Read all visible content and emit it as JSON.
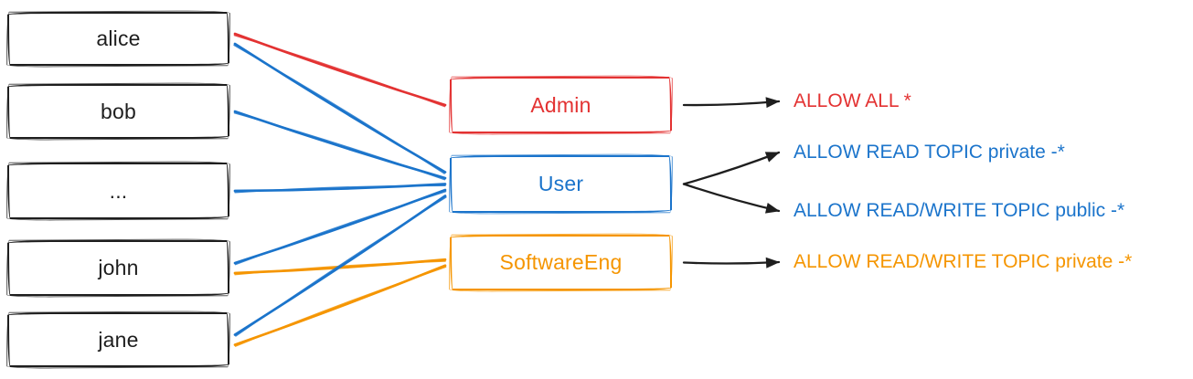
{
  "colors": {
    "black": "#1e1e1e",
    "red": "#e33232",
    "blue": "#1b74cb",
    "orange": "#f59500"
  },
  "users": [
    {
      "id": "alice",
      "label": "alice"
    },
    {
      "id": "bob",
      "label": "bob"
    },
    {
      "id": "ellipsis",
      "label": "..."
    },
    {
      "id": "john",
      "label": "john"
    },
    {
      "id": "jane",
      "label": "jane"
    }
  ],
  "roles": [
    {
      "id": "admin",
      "label": "Admin",
      "color": "#e33232"
    },
    {
      "id": "user",
      "label": "User",
      "color": "#1b74cb"
    },
    {
      "id": "softwareeng",
      "label": "SoftwareEng",
      "color": "#f59500"
    }
  ],
  "rules": [
    {
      "id": "allow-all",
      "label": "ALLOW ALL *",
      "color": "#e33232"
    },
    {
      "id": "read-private",
      "label": "ALLOW READ TOPIC private -*",
      "color": "#1b74cb"
    },
    {
      "id": "read-write-public",
      "label": "ALLOW READ/WRITE TOPIC public -*",
      "color": "#1b74cb"
    },
    {
      "id": "read-write-private",
      "label": "ALLOW READ/WRITE TOPIC private -*",
      "color": "#f59500"
    }
  ],
  "assignments": [
    {
      "user": 0,
      "role": 0
    },
    {
      "user": 0,
      "role": 1
    },
    {
      "user": 1,
      "role": 1
    },
    {
      "user": 2,
      "role": 1
    },
    {
      "user": 3,
      "role": 1
    },
    {
      "user": 3,
      "role": 2
    },
    {
      "user": 4,
      "role": 1
    },
    {
      "user": 4,
      "role": 2
    }
  ],
  "grants": [
    {
      "role": 0,
      "rule": 0
    },
    {
      "role": 1,
      "rule": 1
    },
    {
      "role": 1,
      "rule": 2
    },
    {
      "role": 2,
      "rule": 3
    }
  ]
}
